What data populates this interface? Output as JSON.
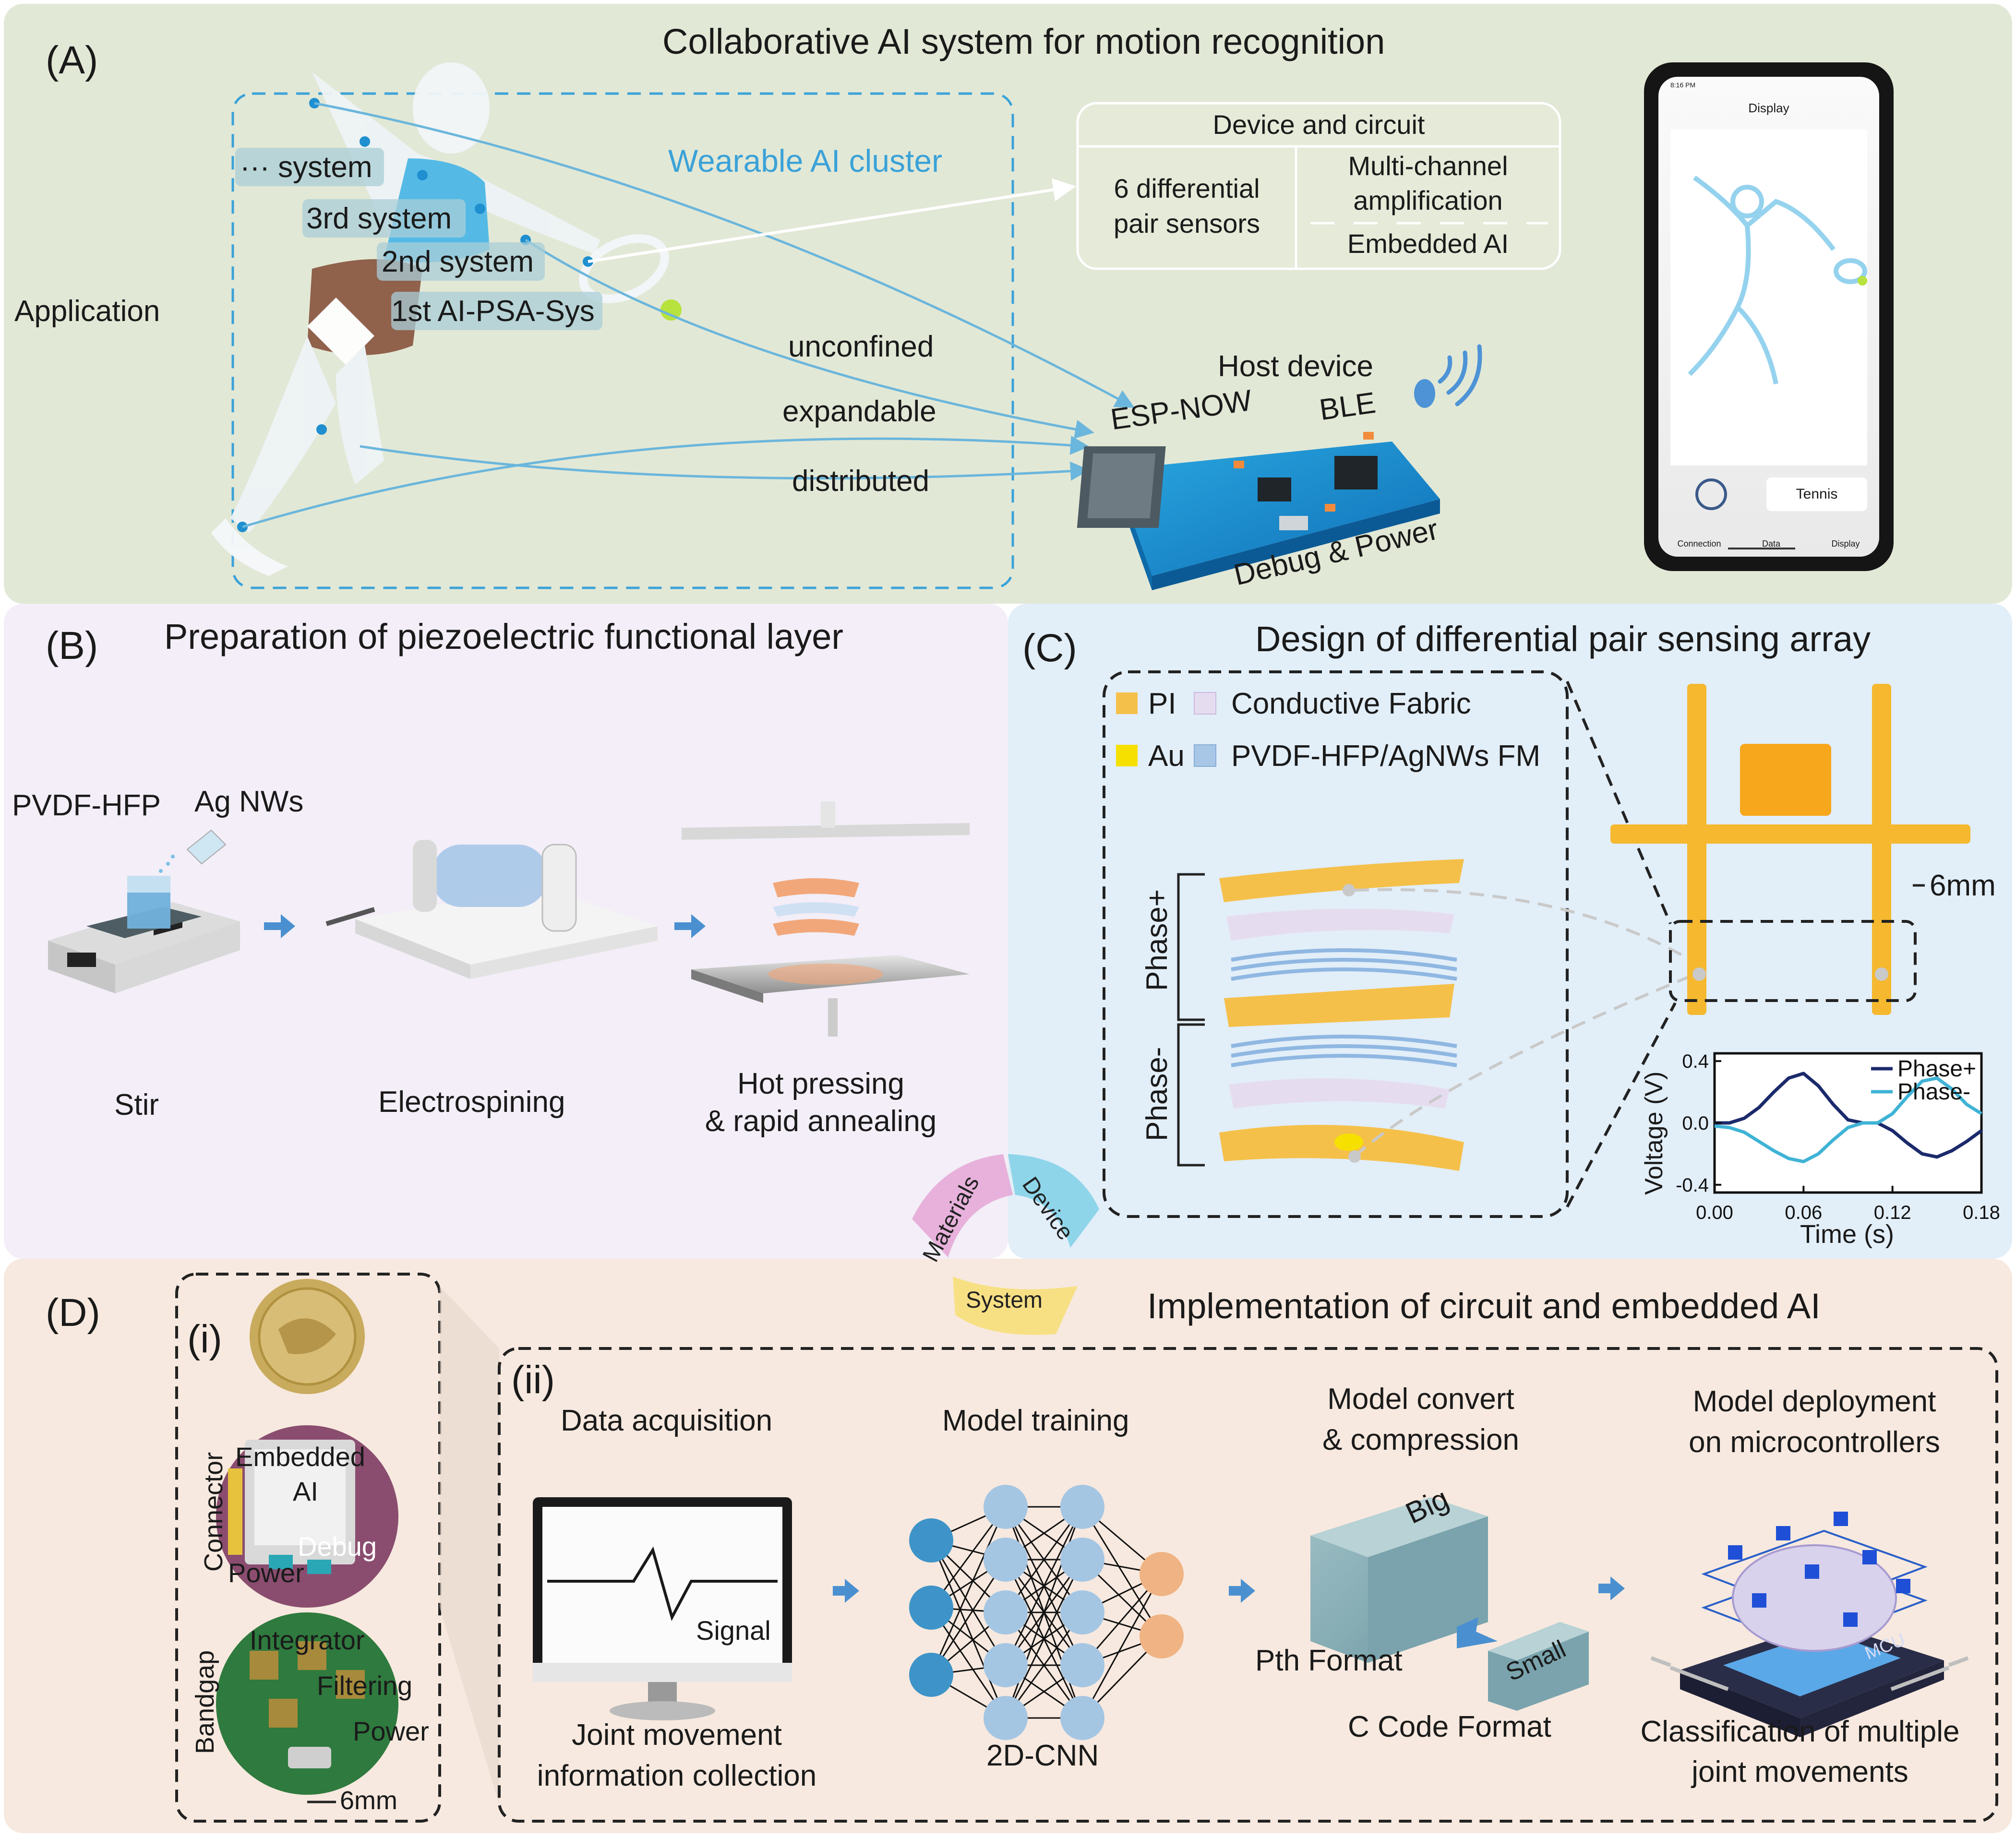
{
  "panelA": {
    "label": "(A)",
    "title": "Collaborative AI system for motion recognition",
    "application": "Application",
    "cluster": "Wearable AI cluster",
    "systems": [
      "··· system",
      "3rd system",
      "2nd system",
      "1st AI-PSA-Sys"
    ],
    "features": [
      "unconfined",
      "expandable",
      "distributed"
    ],
    "device_box": {
      "title": "Device and circuit",
      "left": [
        "6 differential",
        "pair sensors"
      ],
      "right": [
        "Multi-channel",
        "amplification",
        "Embedded AI"
      ]
    },
    "host": {
      "title": "Host device",
      "espnow": "ESP-NOW",
      "ble": "BLE",
      "debug": "Debug & Power"
    },
    "phone": {
      "time": "8:16 PM",
      "header": "Display",
      "sport": "Tennis",
      "tabs": [
        "Connection",
        "Data",
        "Display"
      ]
    }
  },
  "panelB": {
    "label": "(B)",
    "title": "Preparation of piezoelectric functional layer",
    "materials": [
      "PVDF-HFP",
      "Ag NWs"
    ],
    "steps": [
      "Stir",
      "Electrospining",
      "Hot pressing",
      "& rapid annealing"
    ]
  },
  "panelC": {
    "label": "(C)",
    "title": "Design of differential pair sensing array",
    "legend": [
      {
        "swatch": "PI",
        "text": "Conductive Fabric"
      },
      {
        "swatch": "Au",
        "text": "PVDF-HFP/AgNWs FM"
      }
    ],
    "phase_plus": "Phase+",
    "phase_minus": "Phase-",
    "scale": "6mm",
    "colors": {
      "pi": "#f5c04a",
      "au": "#f6e000",
      "phase_plus": "#1b2a6b",
      "phase_minus": "#3fb3d6"
    }
  },
  "chart_data": {
    "type": "line",
    "xlabel": "Time (s)",
    "ylabel": "Voltage (V)",
    "xlim": [
      0,
      0.18
    ],
    "ylim": [
      -0.45,
      0.45
    ],
    "xticks": [
      "0.00",
      "0.06",
      "0.12",
      "0.18"
    ],
    "yticks": [
      "0.4",
      "0.0",
      "-0.4"
    ],
    "legend_position": "top-right",
    "x": [
      0.0,
      0.01,
      0.02,
      0.03,
      0.04,
      0.05,
      0.06,
      0.07,
      0.08,
      0.09,
      0.1,
      0.11,
      0.12,
      0.13,
      0.14,
      0.15,
      0.16,
      0.17,
      0.18
    ],
    "series": [
      {
        "name": "Phase+",
        "values": [
          0.0,
          0.0,
          0.03,
          0.1,
          0.2,
          0.29,
          0.32,
          0.24,
          0.12,
          0.02,
          0.0,
          0.0,
          -0.05,
          -0.13,
          -0.2,
          -0.22,
          -0.18,
          -0.12,
          -0.05
        ]
      },
      {
        "name": "Phase-",
        "values": [
          -0.02,
          -0.03,
          -0.06,
          -0.12,
          -0.18,
          -0.23,
          -0.25,
          -0.2,
          -0.11,
          -0.03,
          0.0,
          0.0,
          0.06,
          0.17,
          0.27,
          0.29,
          0.22,
          0.12,
          0.06
        ]
      }
    ]
  },
  "cycle": {
    "materials": "Materials",
    "device": "Device",
    "system": "System"
  },
  "panelD": {
    "label": "(D)",
    "title": "Implementation of circuit and embedded AI",
    "sub_i": "(i)",
    "sub_ii": "(ii)",
    "board_top": {
      "connector": "Connector",
      "embedded": "Embedded",
      "ai": "AI",
      "debug": "Debug",
      "power": "Power"
    },
    "board_bottom": {
      "bandgap": "Bandgap",
      "integrator": "Integrator",
      "filtering": "Filtering",
      "power": "Power"
    },
    "scale": "6mm",
    "stages": [
      {
        "title": [
          "Data acquisition"
        ],
        "caption": [
          "Joint movement",
          "information collection"
        ],
        "inner": "Signal"
      },
      {
        "title": [
          "Model training"
        ],
        "caption": [
          "2D-CNN"
        ]
      },
      {
        "title": [
          "Model convert",
          "& compression"
        ],
        "big": "Big",
        "small": "Small",
        "pth": "Pth Format",
        "ccode": "C Code Format"
      },
      {
        "title": [
          "Model deployment",
          "on microcontrollers"
        ],
        "caption": [
          "Classification of multiple",
          "joint movements"
        ],
        "mcu": "MCU"
      }
    ]
  }
}
